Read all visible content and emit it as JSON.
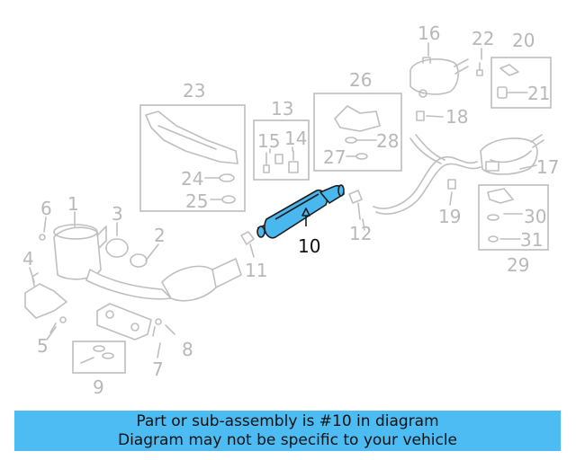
{
  "diagram": {
    "callouts": [
      "1",
      "2",
      "3",
      "4",
      "5",
      "6",
      "7",
      "8",
      "9",
      "10",
      "11",
      "12",
      "13",
      "14",
      "15",
      "16",
      "17",
      "18",
      "19",
      "20",
      "21",
      "22",
      "23",
      "24",
      "25",
      "26",
      "27",
      "28",
      "29",
      "30",
      "31"
    ],
    "highlighted_callout": "10",
    "highlight_color": "#4dbcf3",
    "line_color": "#bfbfbf"
  },
  "banner": {
    "line1": "Part or sub-assembly is #10 in diagram",
    "line2": "Diagram may not be specific to your vehicle"
  }
}
